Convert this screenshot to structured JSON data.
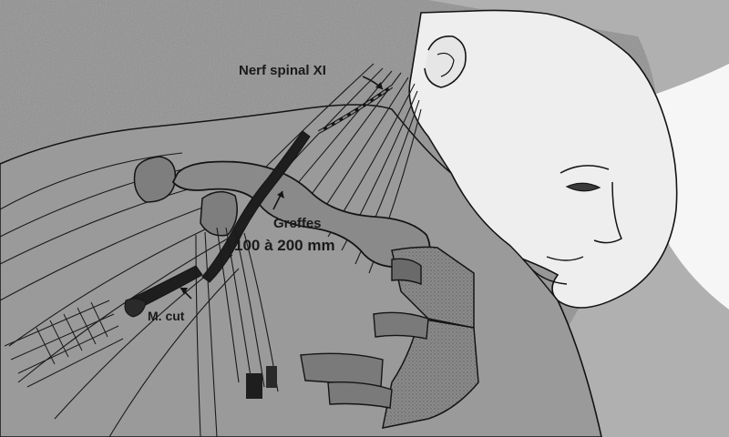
{
  "labels": {
    "nerve": "Nerf spinal XI",
    "grafts_line1": "Greffes",
    "grafts_line2": "100 à 200 mm",
    "muscle": "M. cut"
  },
  "colors": {
    "background_gray": "#8f8f8f",
    "light_gray": "#b5b5b5",
    "skin_white": "#f4f4f4",
    "graft_gray": "#7a7a7a",
    "dark_fill": "#262626",
    "line": "#141414"
  }
}
